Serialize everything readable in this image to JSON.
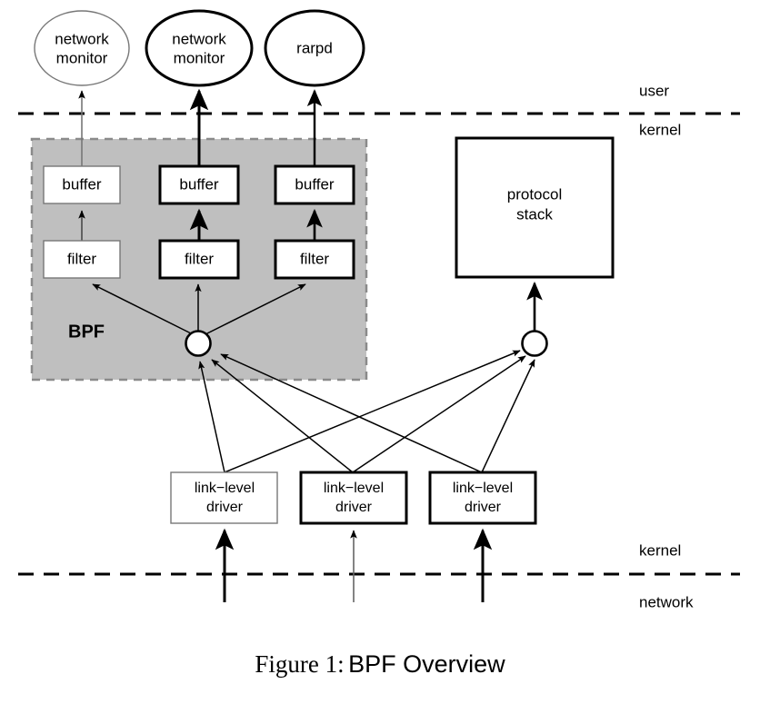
{
  "figure": {
    "caption_prefix": "Figure 1:",
    "caption_text": "BPF Overview"
  },
  "zones": {
    "user": "user",
    "kernel_top": "kernel",
    "kernel_bottom": "kernel",
    "network": "network"
  },
  "bpf": {
    "label": "BPF",
    "fill_color": "#bfbfbf",
    "border_color": "#888888"
  },
  "applications": [
    {
      "label_line1": "network",
      "label_line2": "monitor"
    },
    {
      "label_line1": "network",
      "label_line2": "monitor"
    },
    {
      "label_line1": "rarpd",
      "label_line2": ""
    }
  ],
  "buffers": [
    {
      "label": "buffer"
    },
    {
      "label": "buffer"
    },
    {
      "label": "buffer"
    }
  ],
  "filters": [
    {
      "label": "filter"
    },
    {
      "label": "filter"
    },
    {
      "label": "filter"
    }
  ],
  "protocol_stack": {
    "label_line1": "protocol",
    "label_line2": "stack"
  },
  "drivers": [
    {
      "label_line1": "link−level",
      "label_line2": "driver"
    },
    {
      "label_line1": "link−level",
      "label_line2": "driver"
    },
    {
      "label_line1": "link−level",
      "label_line2": "driver"
    }
  ],
  "taps": [
    {
      "name": "bpf-tap"
    },
    {
      "name": "protocol-tap"
    }
  ],
  "colors": {
    "stroke": "#000000",
    "stroke_light": "#555555",
    "background": "#ffffff"
  }
}
